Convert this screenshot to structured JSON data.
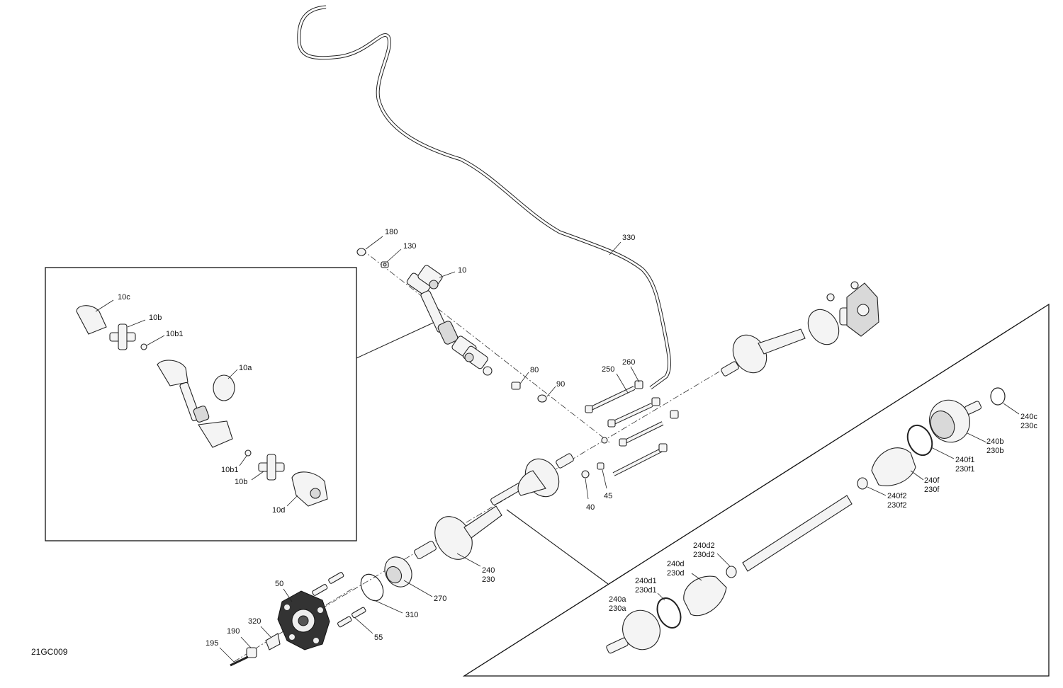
{
  "diagram_code": "21GC009",
  "labels": {
    "l180": "180",
    "l130": "130",
    "l10": "10",
    "l330": "330",
    "l10c": "10c",
    "l10b_top": "10b",
    "l10b1_top": "10b1",
    "l10a": "10a",
    "l10b1_bot": "10b1",
    "l10b_bot": "10b",
    "l10d": "10d",
    "l80": "80",
    "l90": "90",
    "l250": "250",
    "l260": "260",
    "l40": "40",
    "l45": "45",
    "l240": "240",
    "l230": "230",
    "l270": "270",
    "l310": "310",
    "l50": "50",
    "l55": "55",
    "l320": "320",
    "l190": "190",
    "l195": "195",
    "l240c": "240c",
    "l230c": "230c",
    "l240b": "240b",
    "l230b": "230b",
    "l240f1": "240f1",
    "l230f1": "230f1",
    "l240f": "240f",
    "l230f": "230f",
    "l240f2": "240f2",
    "l230f2": "230f2",
    "l240d2": "240d2",
    "l230d2": "230d2",
    "l240d": "240d",
    "l230d": "230d",
    "l240d1": "240d1",
    "l230d1": "230d1",
    "l240a": "240a",
    "l230a": "230a"
  }
}
